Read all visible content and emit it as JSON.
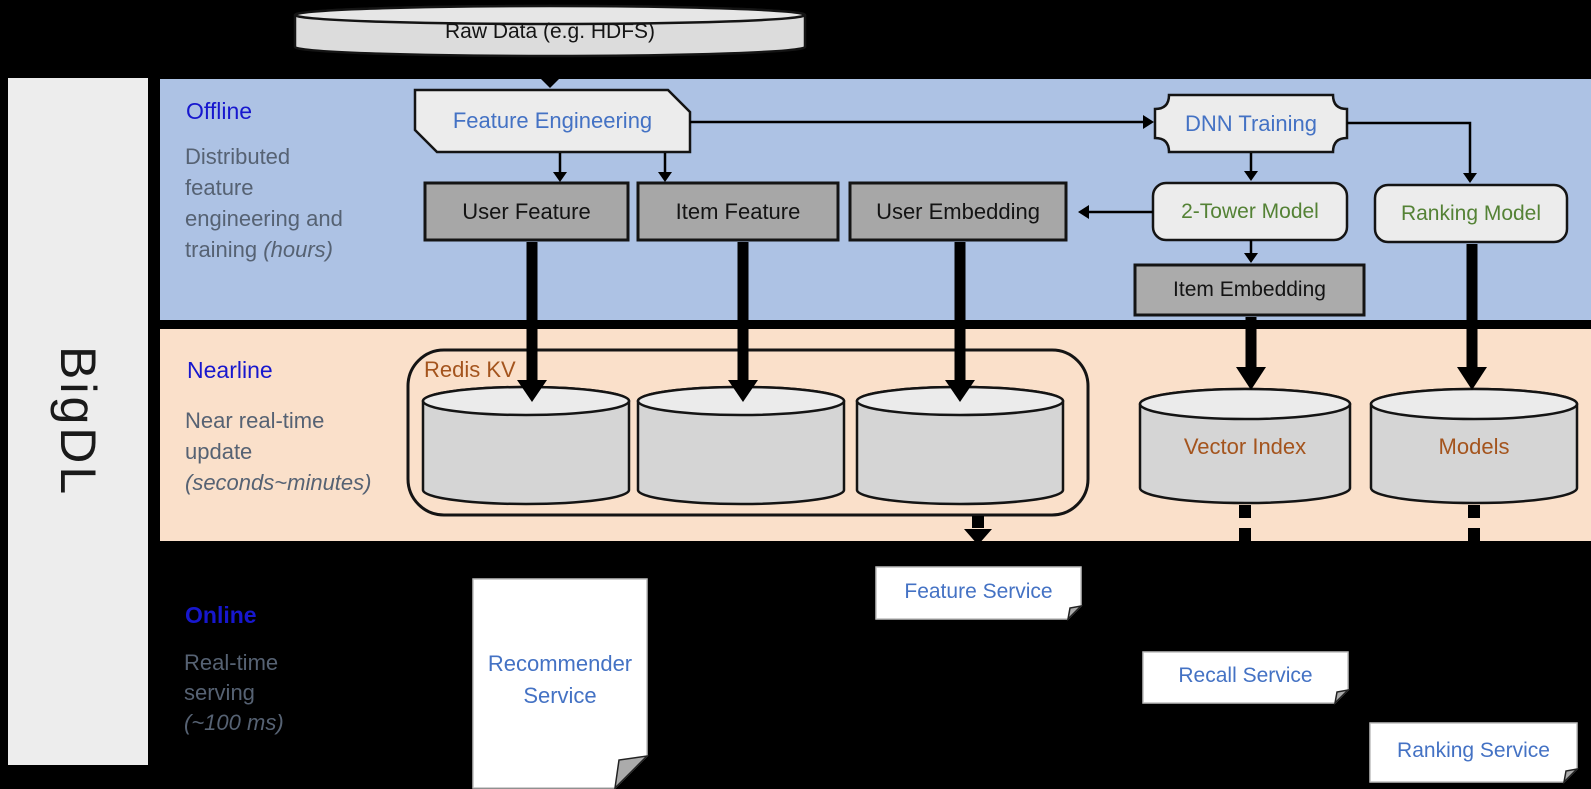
{
  "brand": "BigDL",
  "colors": {
    "section_title": "#1717CE",
    "node_blue": "#4472C4",
    "node_green": "#548235",
    "node_brown": "#A4541D",
    "offline_band": "#ADC2E4",
    "nearline_band": "#FAE0CA",
    "desc_text": "#566273",
    "panel_gray": "#EDEDED",
    "box_gray": "#A7A7A7"
  },
  "sections": {
    "offline": {
      "title": "Offline",
      "desc_lines": [
        "Distributed",
        "feature",
        "engineering and"
      ],
      "desc_tail": "training ",
      "desc_tail_italic": "(hours)"
    },
    "nearline": {
      "title": "Nearline",
      "desc_lines": [
        "Near real-time",
        "update"
      ],
      "desc_tail": "",
      "desc_tail_italic": "(seconds~minutes)"
    },
    "online": {
      "title": "Online",
      "desc_lines": [
        "Real-time",
        "serving"
      ],
      "desc_tail": "",
      "desc_tail_italic": "(~100 ms)"
    }
  },
  "nodes": {
    "raw_data": "Raw Data (e.g. HDFS)",
    "feature_engineering": "Feature Engineering",
    "dnn_training": "DNN Training",
    "user_feature": "User Feature",
    "item_feature": "Item Feature",
    "user_embedding": "User Embedding",
    "two_tower_model": "2-Tower Model",
    "ranking_model": "Ranking Model",
    "item_embedding": "Item Embedding",
    "redis_kv": "Redis KV",
    "vector_index": "Vector Index",
    "models": "Models",
    "recommender_service": "Recommender Service",
    "feature_service": "Feature Service",
    "recall_service": "Recall Service",
    "ranking_service": "Ranking Service"
  }
}
